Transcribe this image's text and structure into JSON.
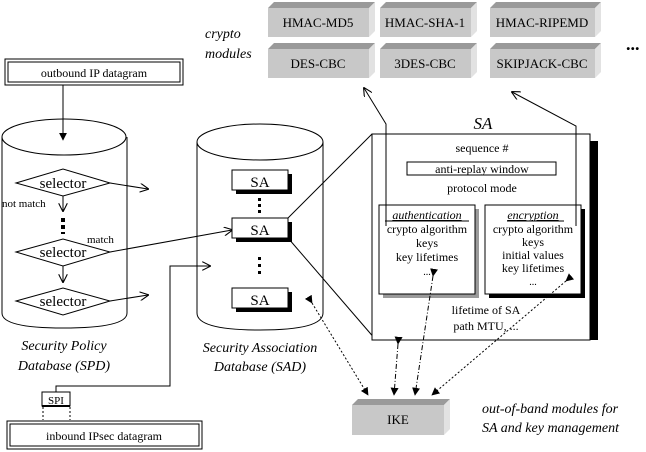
{
  "crypto_modules": {
    "label_line1": "crypto",
    "label_line2": "modules",
    "row1": [
      "HMAC-MD5",
      "HMAC-SHA-1",
      "HMAC-RIPEMD"
    ],
    "row2": [
      "DES-CBC",
      "3DES-CBC",
      "SKIPJACK-CBC"
    ],
    "ellipsis": "..."
  },
  "outbound_box": "outbound IP datagram",
  "inbound_box": "inbound IPsec datagram",
  "spi_label": "SPI",
  "spd": {
    "selectors": [
      "selector",
      "selector",
      "selector"
    ],
    "not_match": "not match",
    "match": "match",
    "caption_line1": "Security Policy",
    "caption_line2": "Database (SPD)"
  },
  "sad": {
    "entries": [
      "SA",
      "SA",
      "SA"
    ],
    "caption_line1": "Security Association",
    "caption_line2": "Database (SAD)"
  },
  "sa_detail": {
    "title": "SA",
    "sequence": "sequence #",
    "anti_replay": "anti-replay window",
    "protocol_mode": "protocol mode",
    "authentication": {
      "title": "authentication",
      "items": [
        "crypto algorithm",
        "keys",
        "key lifetimes",
        "..."
      ]
    },
    "encryption": {
      "title": "encryption",
      "items": [
        "crypto algorithm",
        "keys",
        "initial values",
        "key lifetimes",
        "..."
      ]
    },
    "lifetime": "lifetime of SA",
    "path_mtu": "path MTU, ..."
  },
  "ike": {
    "label": "IKE",
    "caption_line1": "out-of-band modules for",
    "caption_line2": "SA and key management"
  }
}
